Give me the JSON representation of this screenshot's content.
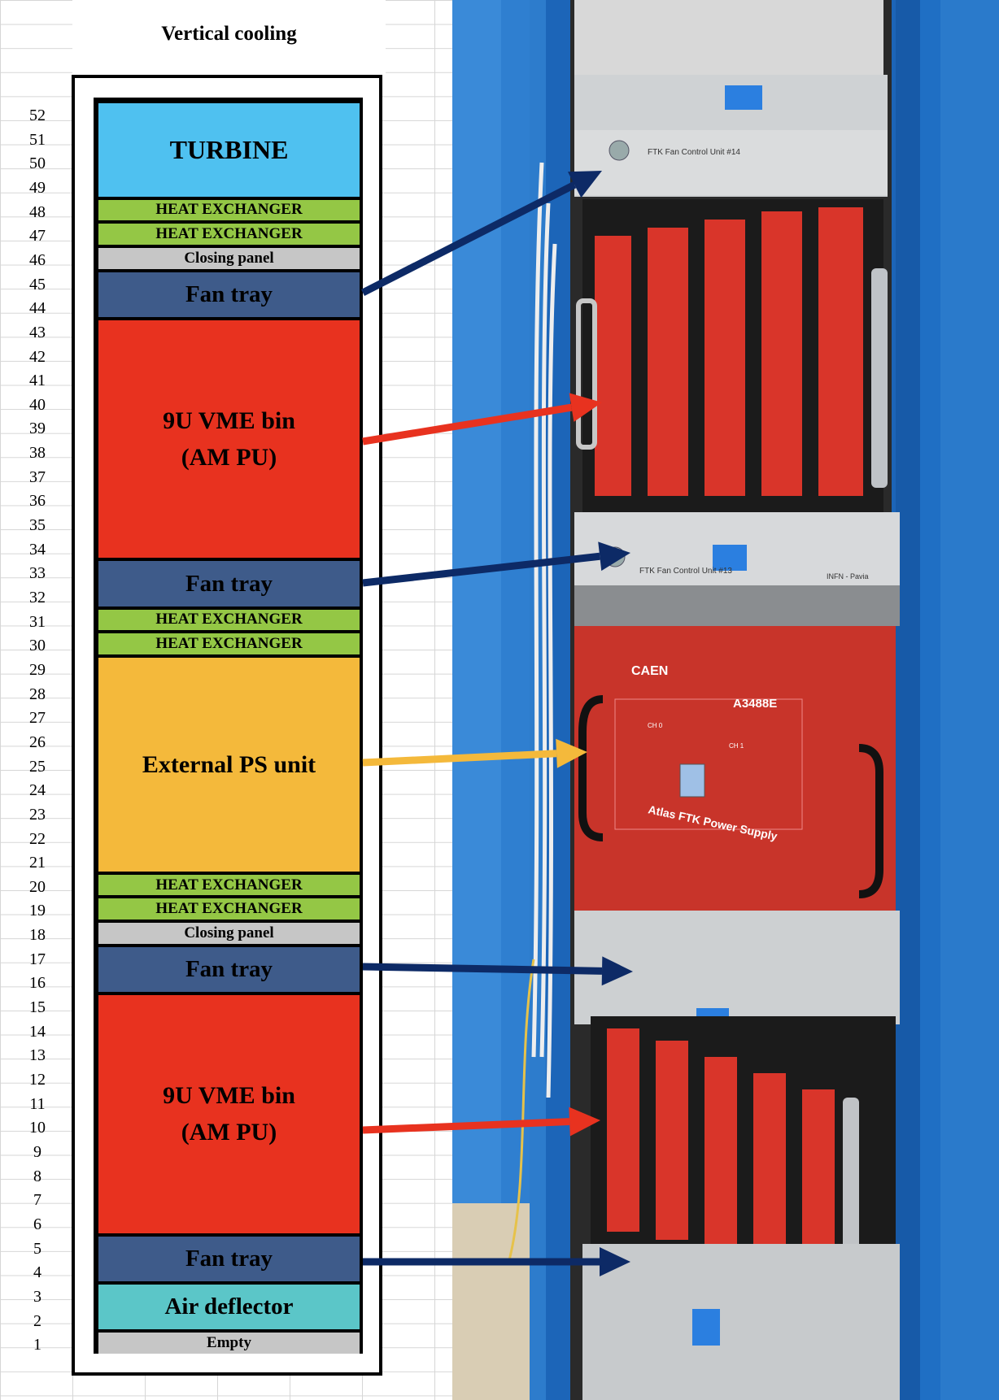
{
  "title": "Vertical cooling",
  "row_numbers": [
    "52",
    "51",
    "50",
    "49",
    "48",
    "47",
    "46",
    "45",
    "44",
    "43",
    "42",
    "41",
    "40",
    "39",
    "38",
    "37",
    "36",
    "35",
    "34",
    "33",
    "32",
    "31",
    "30",
    "29",
    "28",
    "27",
    "26",
    "25",
    "24",
    "23",
    "22",
    "21",
    "20",
    "19",
    "18",
    "17",
    "16",
    "15",
    "14",
    "13",
    "12",
    "11",
    "10",
    "9",
    "8",
    "7",
    "6",
    "5",
    "4",
    "3",
    "2",
    "1"
  ],
  "blocks": [
    {
      "label": "TURBINE",
      "color": "#4fc1f0",
      "top_unit": 52,
      "units": 4
    },
    {
      "label": "HEAT EXCHANGER",
      "color": "#94c745",
      "top_unit": 48,
      "units": 1
    },
    {
      "label": "HEAT EXCHANGER",
      "color": "#94c745",
      "top_unit": 47,
      "units": 1
    },
    {
      "label": "Closing panel",
      "color": "#c6c6c6",
      "top_unit": 46,
      "units": 1
    },
    {
      "label": "Fan tray",
      "color": "#3e5b8a",
      "top_unit": 45,
      "units": 2
    },
    {
      "label": "9U VME bin\n(AM PU)",
      "color": "#e8321f",
      "top_unit": 43,
      "units": 10
    },
    {
      "label": "Fan tray",
      "color": "#3e5b8a",
      "top_unit": 33,
      "units": 2
    },
    {
      "label": "HEAT EXCHANGER",
      "color": "#94c745",
      "top_unit": 31,
      "units": 1
    },
    {
      "label": "HEAT EXCHANGER",
      "color": "#94c745",
      "top_unit": 30,
      "units": 1
    },
    {
      "label": "External PS unit",
      "color": "#f4b93b",
      "top_unit": 29,
      "units": 9
    },
    {
      "label": "HEAT EXCHANGER",
      "color": "#94c745",
      "top_unit": 20,
      "units": 1
    },
    {
      "label": "HEAT EXCHANGER",
      "color": "#94c745",
      "top_unit": 19,
      "units": 1
    },
    {
      "label": "Closing panel",
      "color": "#c6c6c6",
      "top_unit": 18,
      "units": 1
    },
    {
      "label": "Fan tray",
      "color": "#3e5b8a",
      "top_unit": 17,
      "units": 2
    },
    {
      "label": "9U VME bin\n(AM PU)",
      "color": "#e8321f",
      "top_unit": 15,
      "units": 10
    },
    {
      "label": "Fan tray",
      "color": "#3e5b8a",
      "top_unit": 5,
      "units": 2
    },
    {
      "label": "Air deflector",
      "color": "#5bc6c8",
      "top_unit": 3,
      "units": 2
    },
    {
      "label": "Empty",
      "color": "#c6c6c6",
      "top_unit": 1,
      "units": 1
    }
  ],
  "photo": {
    "panel_labels": {
      "caen_logo": "CAEN",
      "model": "A3488E",
      "product": "Atlas FTK Power Supply",
      "fan_unit_14": "FTK Fan Control Unit #14",
      "fan_unit_13": "FTK Fan Control Unit #13",
      "infn": "INFN - Pavia",
      "ch0": "CH 0",
      "ch1": "CH 1"
    }
  },
  "colors": {
    "arrow_navy": "#0d2a66",
    "arrow_red": "#e8321f",
    "arrow_yellow": "#f4b93b",
    "rack_blue": "#1f6fc4"
  }
}
